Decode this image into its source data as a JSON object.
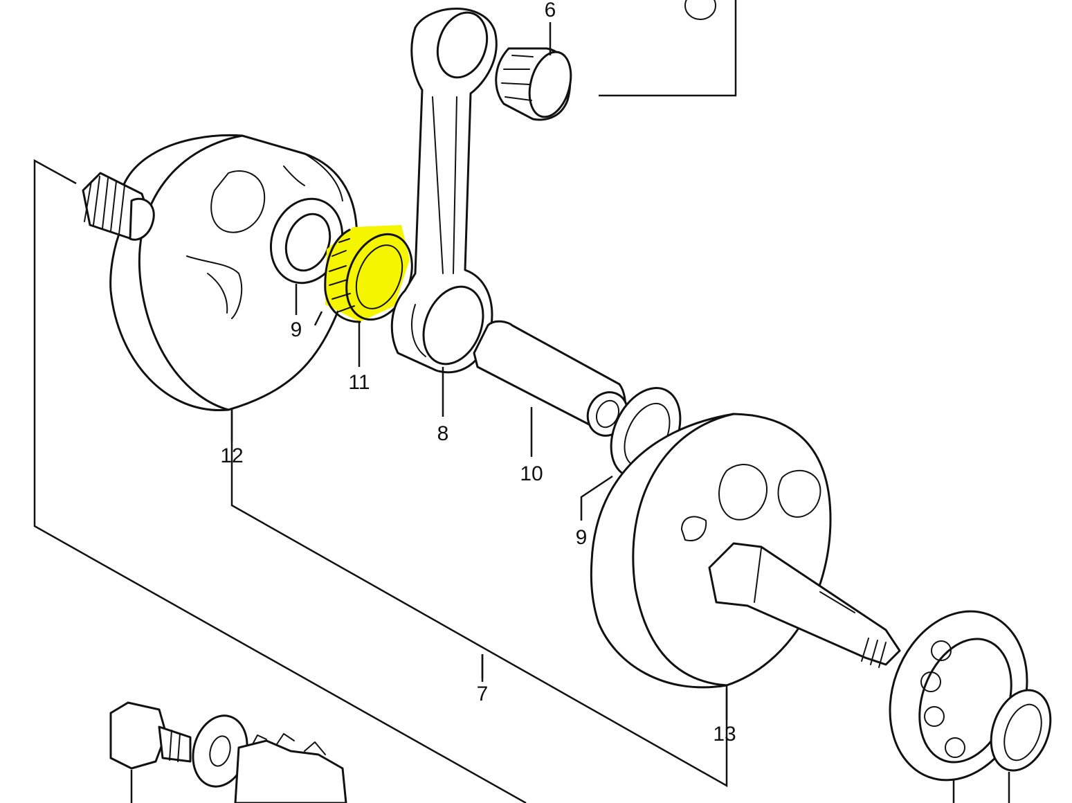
{
  "diagram": {
    "highlight_color": "#f5f500",
    "highlighted_part": "11",
    "callouts": {
      "p6": "6",
      "p7": "7",
      "p8": "8",
      "p9a": "9",
      "p9b": "9",
      "p10": "10",
      "p11": "11",
      "p12": "12",
      "p13": "13"
    }
  }
}
